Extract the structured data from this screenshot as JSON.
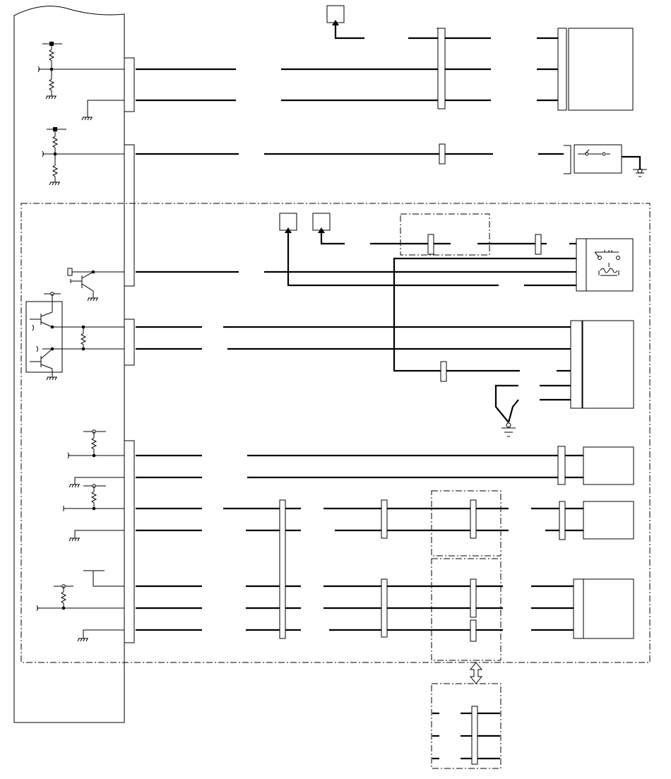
{
  "diagram": {
    "type": "wiring-schematic",
    "colors": {
      "line": "#000000",
      "background": "#ffffff"
    },
    "regions": [
      "control-module-outline",
      "feed-and-actuator-circuits",
      "low-side-switch-group",
      "signal-circuit-group",
      "remote-subassembly"
    ],
    "icon_names": [
      "resistor-icon",
      "ground-icon",
      "transistor-icon",
      "connector-bracket-icon",
      "relay-icon",
      "bidirectional-arrow-icon"
    ],
    "text": []
  }
}
